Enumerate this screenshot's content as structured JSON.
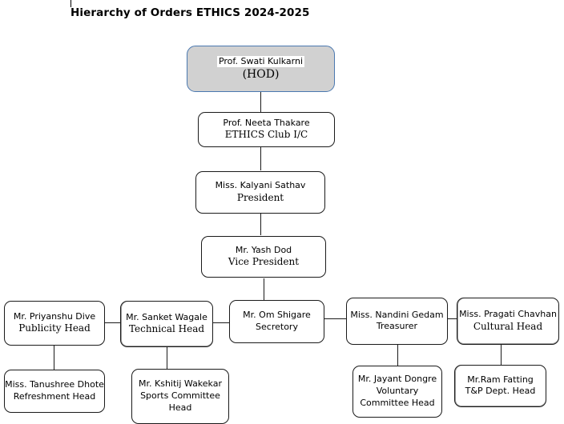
{
  "document": {
    "title": "Hierarchy of Orders ETHICS 2024-2025",
    "caret_marker": "text-cursor"
  },
  "colors": {
    "root_fill": "#d1d1d1",
    "root_border": "#4a78b0",
    "node_border": "#1a1a1a",
    "node_fill": "#ffffff",
    "line": "#1a1a1a",
    "text": "#000000"
  },
  "chart_data": {
    "type": "diagram",
    "diagram_type": "organizational-hierarchy",
    "title": "Hierarchy of Orders ETHICS 2024-2025",
    "nodes": [
      {
        "id": "hod",
        "name": "Prof. Swati Kulkarni",
        "role": "(HOD)",
        "level": 0,
        "highlighted": true
      },
      {
        "id": "ic",
        "name": "Prof. Neeta Thakare",
        "role": "ETHICS Club I/C",
        "level": 1
      },
      {
        "id": "president",
        "name": "Miss. Kalyani Sathav",
        "role": "President",
        "level": 2
      },
      {
        "id": "vp",
        "name": "Mr. Yash Dod",
        "role": "Vice President",
        "level": 3
      },
      {
        "id": "publicity",
        "name": "Mr. Priyanshu Dive",
        "role": "Publicity Head",
        "level": 4
      },
      {
        "id": "technical",
        "name": "Mr. Sanket Wagale",
        "role": "Technical Head",
        "level": 4
      },
      {
        "id": "secretory",
        "name": "Mr. Om Shigare",
        "role": "Secretory",
        "level": 4
      },
      {
        "id": "treasurer",
        "name": "Miss. Nandini Gedam",
        "role": "Treasurer",
        "level": 4
      },
      {
        "id": "cultural",
        "name": "Miss. Pragati Chavhan",
        "role": "Cultural Head",
        "level": 4
      },
      {
        "id": "refresh",
        "name": "Miss. Tanushree Dhote",
        "role": "Refreshment Head",
        "level": 5
      },
      {
        "id": "sports",
        "name": "Mr. Kshitij Wakekar",
        "role": "Sports Committee",
        "role2": "Head",
        "level": 5
      },
      {
        "id": "voluntary",
        "name": "Mr. Jayant Dongre",
        "role": "Voluntary",
        "role2": "Committee Head",
        "level": 5
      },
      {
        "id": "tnp",
        "name": "Mr.Ram Fatting",
        "role": "T&P Dept. Head",
        "level": 5
      }
    ],
    "edges": [
      {
        "from": "hod",
        "to": "ic",
        "style": "vertical"
      },
      {
        "from": "ic",
        "to": "president",
        "style": "vertical"
      },
      {
        "from": "president",
        "to": "vp",
        "style": "vertical"
      },
      {
        "from": "vp",
        "to": "secretory",
        "style": "vertical"
      },
      {
        "from": "publicity",
        "to": "technical",
        "style": "horizontal"
      },
      {
        "from": "technical",
        "to": "secretory",
        "style": "horizontal"
      },
      {
        "from": "secretory",
        "to": "treasurer",
        "style": "horizontal"
      },
      {
        "from": "treasurer",
        "to": "cultural",
        "style": "horizontal"
      },
      {
        "from": "publicity",
        "to": "refresh",
        "style": "vertical"
      },
      {
        "from": "technical",
        "to": "sports",
        "style": "vertical"
      },
      {
        "from": "treasurer",
        "to": "voluntary",
        "style": "vertical"
      },
      {
        "from": "cultural",
        "to": "tnp",
        "style": "vertical"
      }
    ]
  },
  "nodes": {
    "hod": {
      "line1": "Prof. Swati Kulkarni",
      "line2": "(HOD)"
    },
    "ic": {
      "line1": "Prof. Neeta Thakare",
      "line2": "ETHICS Club I/C"
    },
    "president": {
      "line1": "Miss. Kalyani Sathav",
      "line2": "President"
    },
    "vp": {
      "line1": "Mr. Yash Dod",
      "line2": "Vice President"
    },
    "publicity": {
      "line1": "Mr. Priyanshu Dive",
      "line2": "Publicity Head"
    },
    "technical": {
      "line1": "Mr. Sanket Wagale",
      "line2": "Technical Head"
    },
    "secretory": {
      "line1": "Mr. Om Shigare",
      "line2": "Secretory"
    },
    "treasurer": {
      "line1": "Miss. Nandini Gedam",
      "line2": "Treasurer"
    },
    "cultural": {
      "line1": "Miss. Pragati Chavhan",
      "line2": "Cultural Head"
    },
    "refresh": {
      "line1": "Miss. Tanushree Dhote",
      "line2": "Refreshment Head"
    },
    "sports": {
      "line1": "Mr. Kshitij Wakekar",
      "line2": "Sports Committee",
      "line3": "Head"
    },
    "voluntary": {
      "line1": "Mr. Jayant Dongre",
      "line2": "Voluntary",
      "line3": "Committee Head"
    },
    "tnp": {
      "line1": "Mr.Ram Fatting",
      "line2": "T&P Dept. Head"
    }
  }
}
